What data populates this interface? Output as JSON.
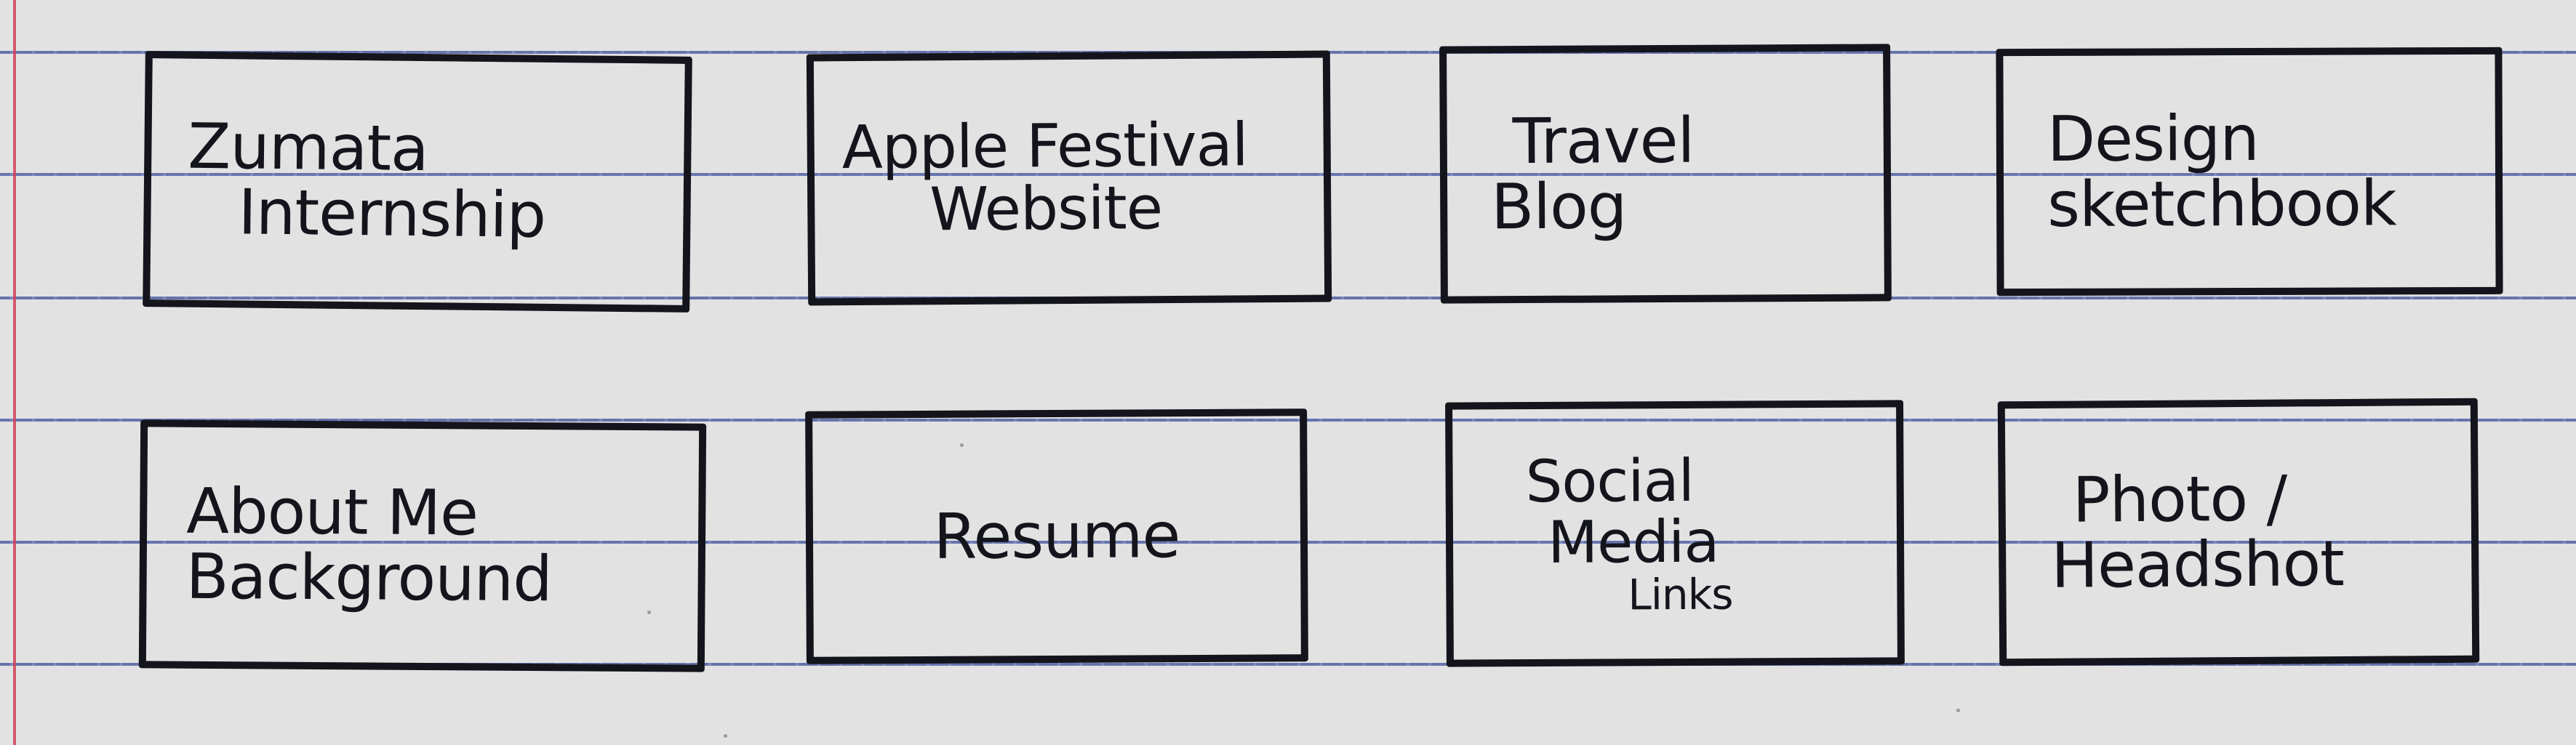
{
  "colors": {
    "paper": "#e3e2e3",
    "ink": "#14151c",
    "rule": "#3d4f9a",
    "margin": "#cf4356"
  },
  "sketch": {
    "top_row": [
      {
        "lines": [
          "Zumata",
          "Internship"
        ]
      },
      {
        "lines": [
          "Apple Festival",
          "Website"
        ]
      },
      {
        "lines": [
          "Travel",
          "Blog"
        ]
      },
      {
        "lines": [
          "Design",
          "sketchbook"
        ]
      }
    ],
    "bottom_row": [
      {
        "lines": [
          "About Me",
          "Background"
        ]
      },
      {
        "lines": [
          "Resume"
        ]
      },
      {
        "lines": [
          "Social",
          "Media",
          "Links"
        ]
      },
      {
        "lines": [
          "Photo /",
          "Headshot"
        ]
      }
    ]
  }
}
